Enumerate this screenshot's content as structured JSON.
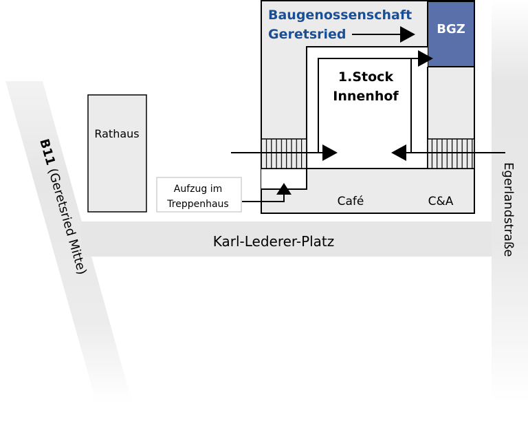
{
  "colors": {
    "building_fill": "#ebebeb",
    "road": "#e6e6e6",
    "bgz_fill": "#5a70ab",
    "org_text": "#1a4f96",
    "line": "#000000"
  },
  "roads": {
    "b11_bold": "B11",
    "b11_rest": " (Geretsried Mitte)",
    "platz": "Karl-Lederer-Platz",
    "egerland": "Egerlandstraße"
  },
  "buildings": {
    "rathaus": "Rathaus",
    "bgz": "BGZ",
    "cafe": "Café",
    "ca": "C&A"
  },
  "org": {
    "line1": "Baugenossenschaft",
    "line2": "Geretsried"
  },
  "courtyard": {
    "line1": "1.Stock",
    "line2": "Innenhof"
  },
  "elevator": {
    "line1": "Aufzug im",
    "line2": "Treppenhaus"
  },
  "icons": [
    "arrow-right-icon",
    "arrow-left-icon",
    "arrow-up-icon",
    "stairs-icon"
  ]
}
